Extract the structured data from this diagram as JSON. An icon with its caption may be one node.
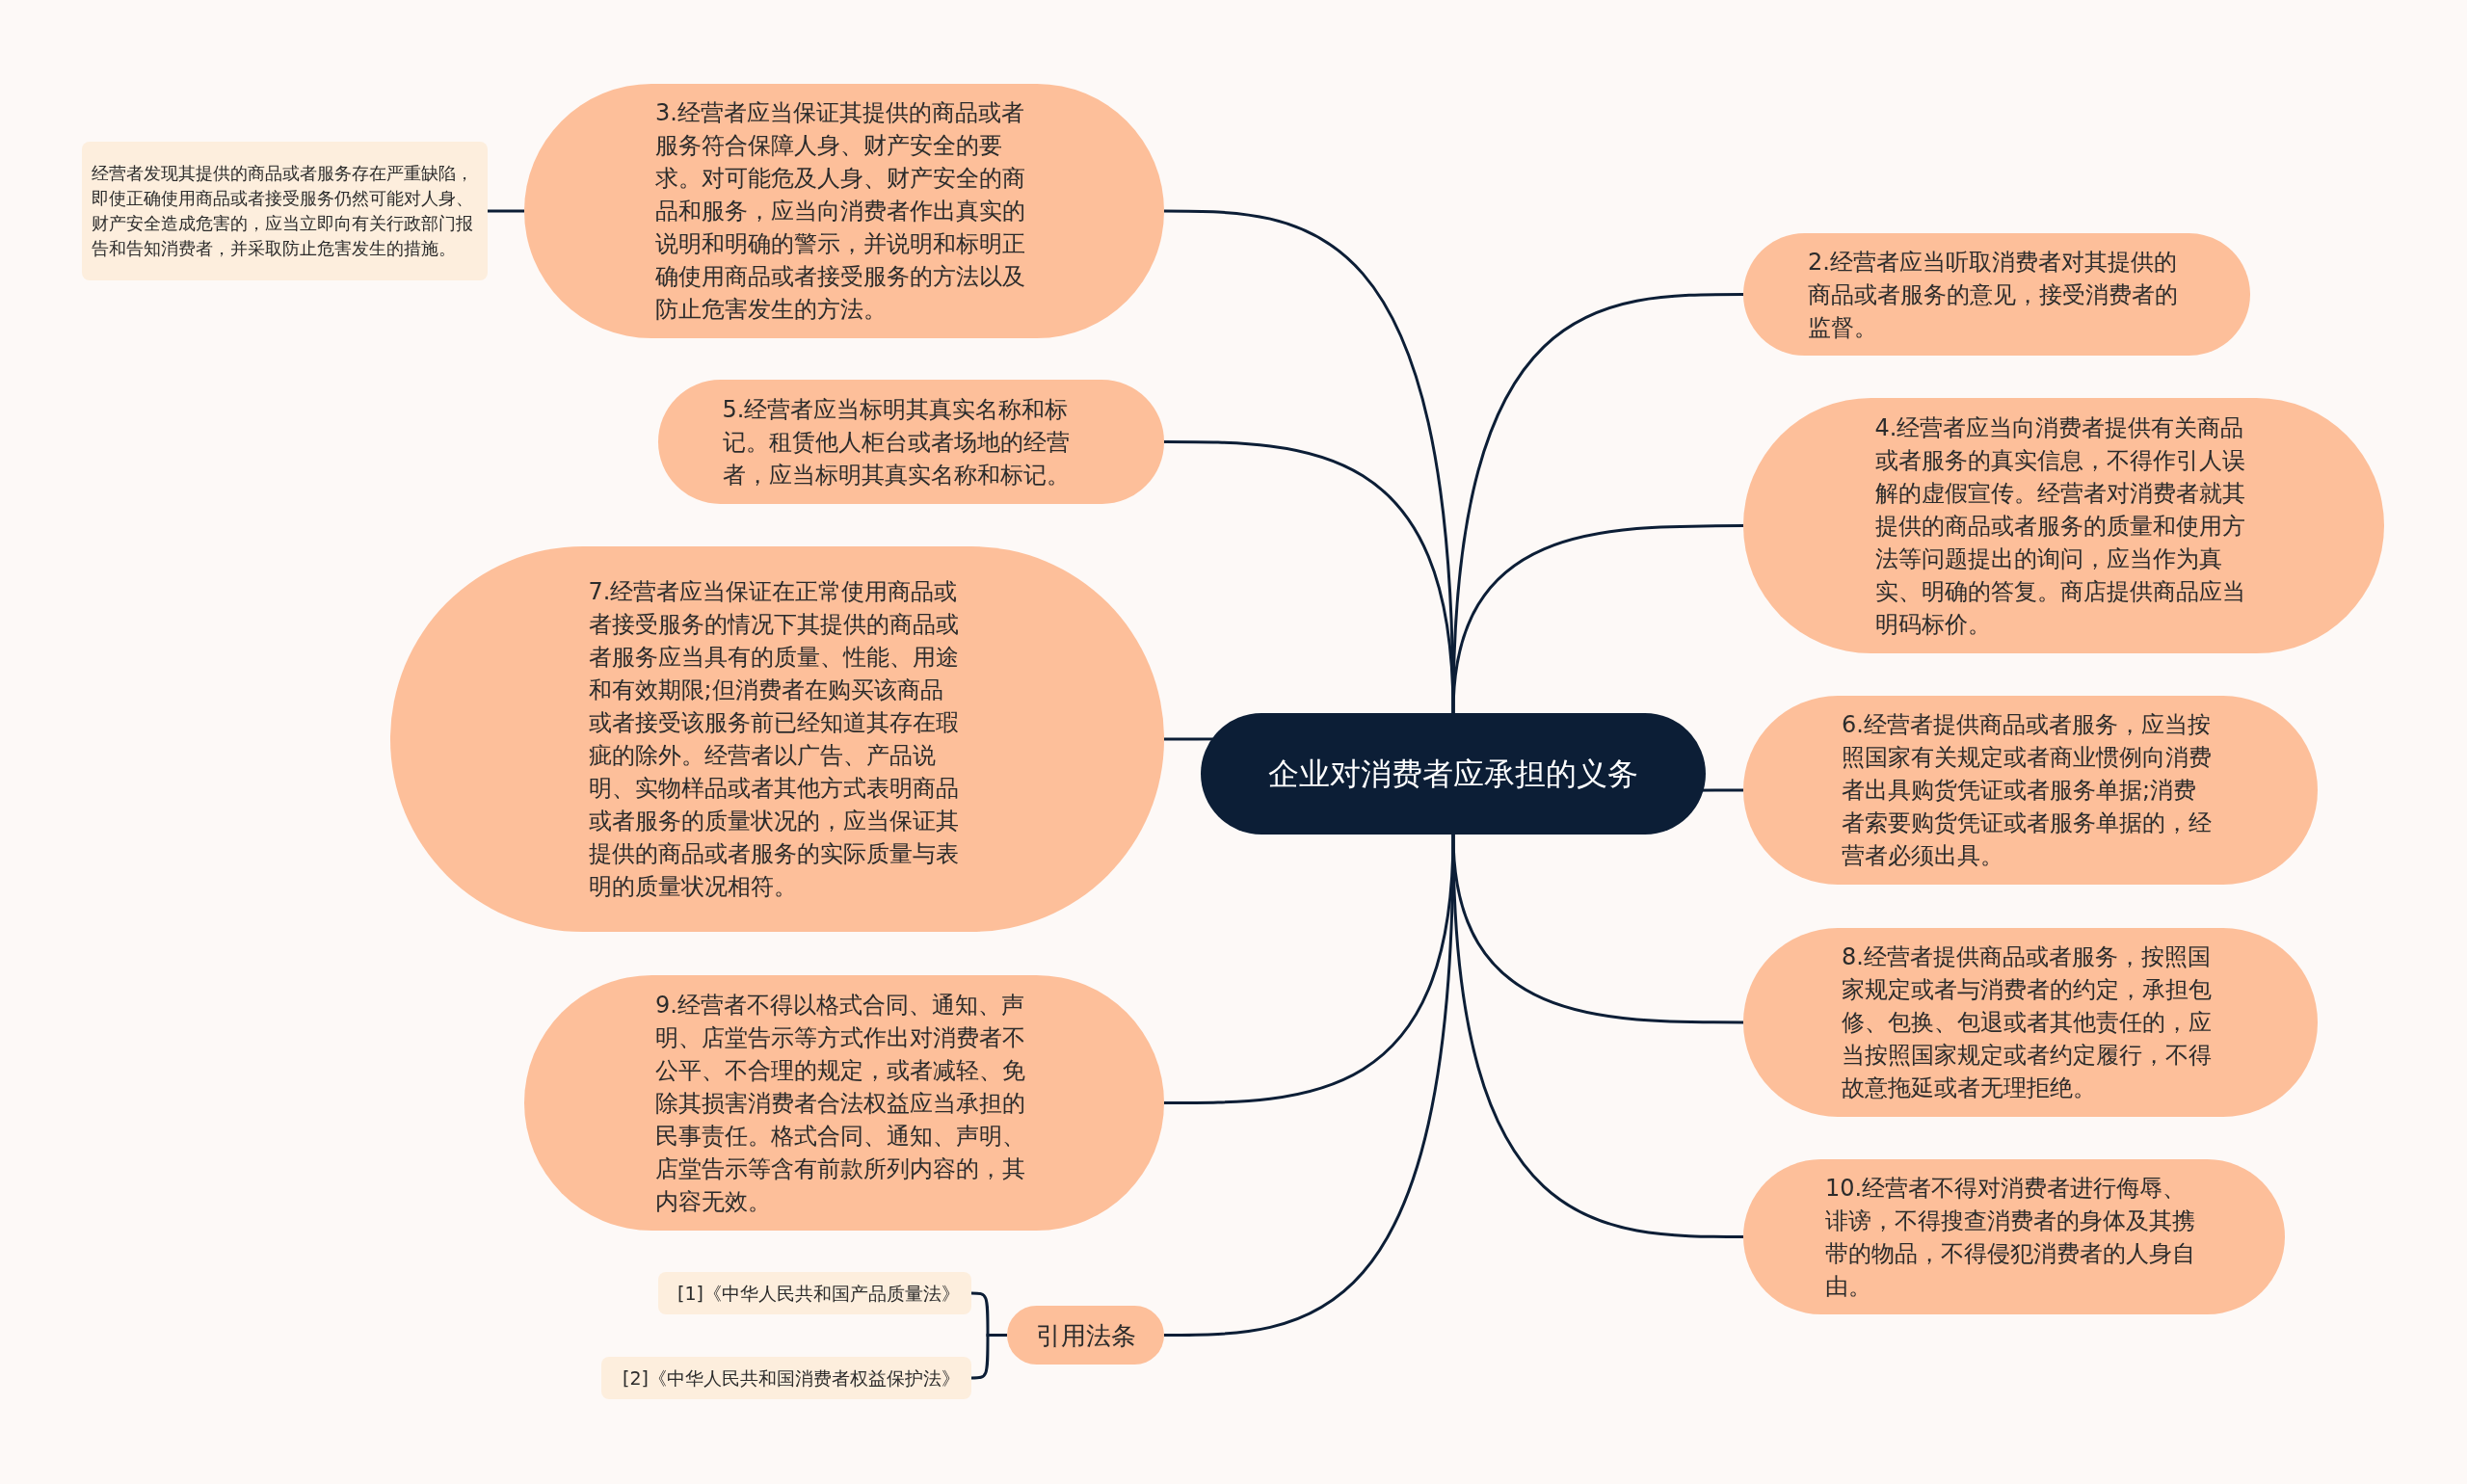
{
  "diagram": {
    "nodes": [
      {
        "text": [
          "企业对消费者应承担的义务"
        ]
      },
      {
        "text": [
          "3.经营者应当保证其提供的商品或者服务符合保障人身、财产安全的要求。对可能危及人身、财产安全的商品和服务，应当向消费者作出真实的说明和明确的警示，并说明和标明正确使用商品或者接受服务的方法以及防止危害发生的方法。"
        ]
      },
      {
        "text": [
          "经营者发现其提供的商品或者服务存在严重缺陷，即使正确使用商品或者接受服务仍然可能对人身、财产安全造成危害的，应当立即向有关行政部门报告和告知消费者，并采取防止危害发生的措施。"
        ]
      },
      {
        "text": [
          "5.经营者应当标明其真实名称和标记。租赁他人柜台或者场地的经营者，应当标明其真实名称和标记。"
        ]
      },
      {
        "text": [
          "7.经营者应当保证在正常使用商品或者接受服务的情况下其提供的商品或者服务应当具有的质量、性能、用途和有效期限;但消费者在购买该商品或者接受该服务前已经知道其存在瑕疵的除外。经营者以广告、产品说明、实物样品或者其他方式表明商品或者服务的质量状况的，应当保证其提供的商品或者服务的实际质量与表明的质量状况相符。"
        ]
      },
      {
        "text": [
          "9.经营者不得以格式合同、通知、声明、店堂告示等方式作出对消费者不公平、不合理的规定，或者减轻、免除其损害消费者合法权益应当承担的民事责任。格式合同、通知、声明、店堂告示等含有前款所列内容的，其内容无效。"
        ]
      },
      {
        "text": [
          "引用法条"
        ]
      },
      {
        "text": [
          "[1]《中华人民共和国产品质量法》"
        ]
      },
      {
        "text": [
          "[2]《中华人民共和国消费者权益保护法》"
        ]
      },
      {
        "text": [
          "2.经营者应当听取消费者对其提供的商品或者服务的意见，接受消费者的监督。"
        ]
      },
      {
        "text": [
          "4.经营者应当向消费者提供有关商品或者服务的真实信息，不得作引人误解的虚假宣传。经营者对消费者就其提供的商品或者服务的质量和使用方法等问题提出的询问，应当作为真实、明确的答复。商店提供商品应当明码标价。"
        ]
      },
      {
        "text": [
          "6.经营者提供商品或者服务，应当按照国家有关规定或者商业惯例向消费者出具购货凭证或者服务单据;消费者索要购货凭证或者服务单据的，经营者必须出具。"
        ]
      },
      {
        "text": [
          "8.经营者提供商品或者服务，按照国家规定或者与消费者的约定，承担包修、包换、包退或者其他责任的，应当按照国家规定或者约定履行，不得故意拖延或者无理拒绝。"
        ]
      },
      {
        "text": [
          "10.经营者不得对消费者进行侮辱、诽谤，不得搜查消费者的身体及其携带的物品，不得侵犯消费者的人身自由。"
        ]
      }
    ],
    "edges": [
      {
        "from": 0,
        "to": 1,
        "arrow": "none"
      },
      {
        "from": 1,
        "to": 2,
        "arrow": "none"
      },
      {
        "from": 0,
        "to": 3,
        "arrow": "none"
      },
      {
        "from": 0,
        "to": 4,
        "arrow": "none"
      },
      {
        "from": 0,
        "to": 5,
        "arrow": "none"
      },
      {
        "from": 0,
        "to": 6,
        "arrow": "none"
      },
      {
        "from": 6,
        "to": 7,
        "arrow": "none"
      },
      {
        "from": 6,
        "to": 8,
        "arrow": "none"
      },
      {
        "from": 0,
        "to": 9,
        "arrow": "none"
      },
      {
        "from": 0,
        "to": 10,
        "arrow": "none"
      },
      {
        "from": 0,
        "to": 11,
        "arrow": "none"
      },
      {
        "from": 0,
        "to": 12,
        "arrow": "none"
      },
      {
        "from": 0,
        "to": 13,
        "arrow": "none"
      }
    ]
  }
}
